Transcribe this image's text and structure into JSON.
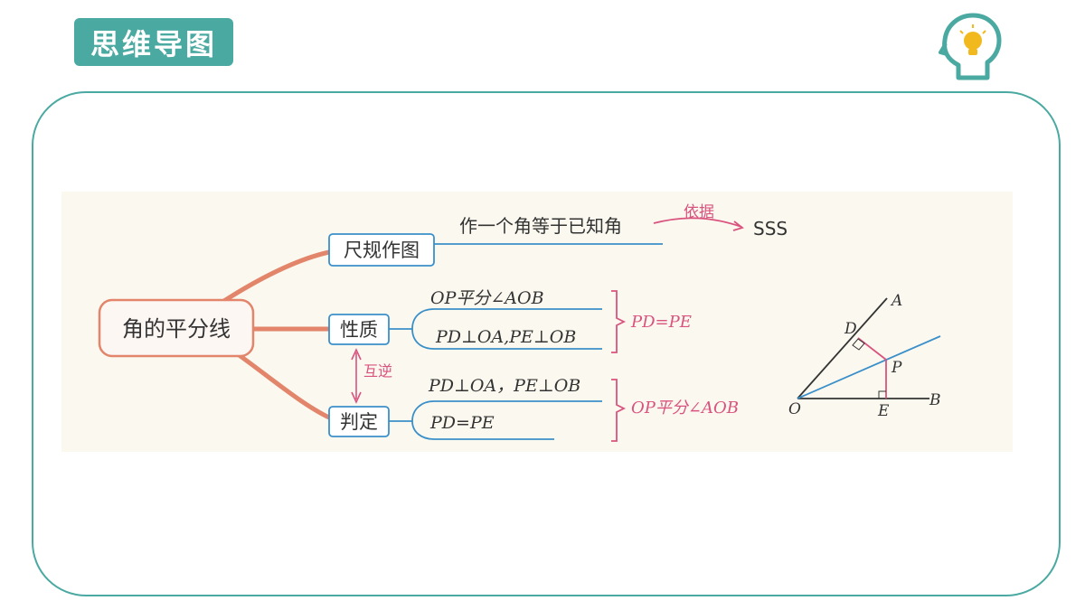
{
  "header": {
    "title": "思维导图",
    "icon": "head-lightbulb-icon"
  },
  "colors": {
    "accent": "#4aa9a1",
    "branch": "#e2856a",
    "blue_line": "#3a8fc9",
    "pink": "#d9537f",
    "panel_bg": "#fbf8ef"
  },
  "mindmap": {
    "center": "角的平分线",
    "construction": {
      "label": "尺规作图",
      "item": "作一个角等于已知角",
      "basis": "依据",
      "result": "SSS"
    },
    "property": {
      "label": "性质",
      "cond1": "OP平分∠AOB",
      "cond2": "PD⊥OA,PE⊥OB",
      "conclusion": "PD=PE"
    },
    "converse": {
      "label": "互逆"
    },
    "determination": {
      "label": "判定",
      "cond1": "PD⊥OA，PE⊥OB",
      "cond2": "PD=PE",
      "conclusion": "OP平分∠AOB"
    }
  },
  "figure": {
    "labels": {
      "A": "A",
      "B": "B",
      "D": "D",
      "E": "E",
      "O": "O",
      "P": "P"
    }
  }
}
